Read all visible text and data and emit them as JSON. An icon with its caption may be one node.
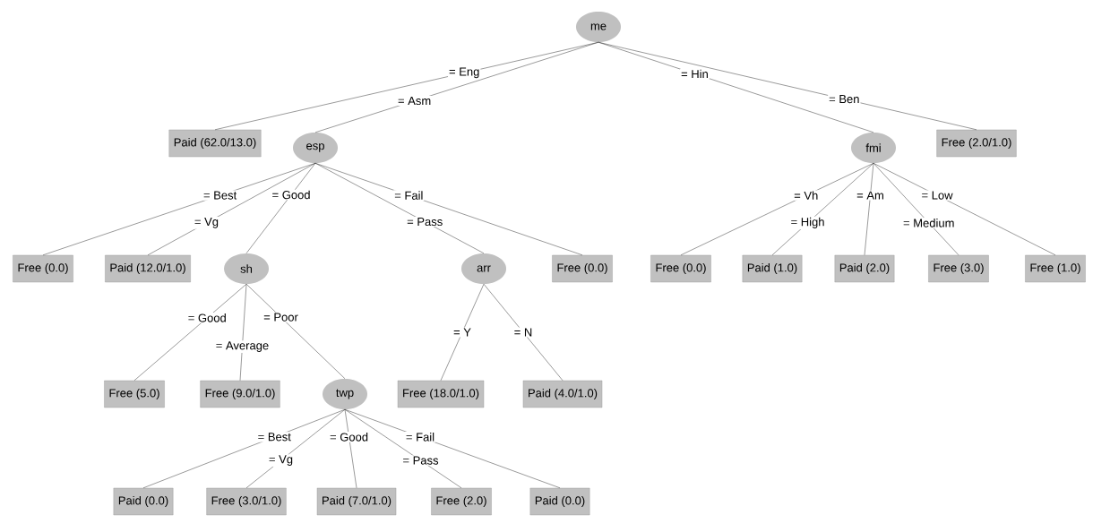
{
  "diagram": {
    "nodes": [
      {
        "text": [
          "me"
        ]
      },
      {
        "text": [
          "Paid (62.0/13.0)"
        ]
      },
      {
        "text": [
          "esp"
        ]
      },
      {
        "text": [
          "fmi"
        ]
      },
      {
        "text": [
          "Free (2.0/1.0)"
        ]
      },
      {
        "text": [
          "Free (0.0)"
        ]
      },
      {
        "text": [
          "Paid (12.0/1.0)"
        ]
      },
      {
        "text": [
          "sh"
        ]
      },
      {
        "text": [
          "arr"
        ]
      },
      {
        "text": [
          "Free (0.0)"
        ]
      },
      {
        "text": [
          "Free (0.0)"
        ]
      },
      {
        "text": [
          "Paid (1.0)"
        ]
      },
      {
        "text": [
          "Paid (2.0)"
        ]
      },
      {
        "text": [
          "Free (3.0)"
        ]
      },
      {
        "text": [
          "Free (1.0)"
        ]
      },
      {
        "text": [
          "Free (5.0)"
        ]
      },
      {
        "text": [
          "Free (9.0/1.0)"
        ]
      },
      {
        "text": [
          "twp"
        ]
      },
      {
        "text": [
          "Free (18.0/1.0)"
        ]
      },
      {
        "text": [
          "Paid (4.0/1.0)"
        ]
      },
      {
        "text": [
          "Paid (0.0)"
        ]
      },
      {
        "text": [
          "Free (3.0/1.0)"
        ]
      },
      {
        "text": [
          "Paid (7.0/1.0)"
        ]
      },
      {
        "text": [
          "Free (2.0)"
        ]
      },
      {
        "text": [
          "Paid (0.0)"
        ]
      }
    ],
    "edges": [
      {
        "from": 0,
        "to": 1,
        "arrow": "none",
        "label": "= Eng"
      },
      {
        "from": 0,
        "to": 2,
        "arrow": "none",
        "label": "= Asm"
      },
      {
        "from": 0,
        "to": 3,
        "arrow": "none",
        "label": "= Hin"
      },
      {
        "from": 0,
        "to": 4,
        "arrow": "none",
        "label": "= Ben"
      },
      {
        "from": 2,
        "to": 5,
        "arrow": "none",
        "label": "= Best"
      },
      {
        "from": 2,
        "to": 6,
        "arrow": "none",
        "label": "= Vg"
      },
      {
        "from": 2,
        "to": 7,
        "arrow": "none",
        "label": "= Good"
      },
      {
        "from": 2,
        "to": 8,
        "arrow": "none",
        "label": "= Pass"
      },
      {
        "from": 2,
        "to": 9,
        "arrow": "none",
        "label": "= Fail"
      },
      {
        "from": 3,
        "to": 10,
        "arrow": "none",
        "label": "= Vh"
      },
      {
        "from": 3,
        "to": 11,
        "arrow": "none",
        "label": "= High"
      },
      {
        "from": 3,
        "to": 12,
        "arrow": "none",
        "label": "= Am"
      },
      {
        "from": 3,
        "to": 13,
        "arrow": "none",
        "label": "= Medium"
      },
      {
        "from": 3,
        "to": 14,
        "arrow": "none",
        "label": "= Low"
      },
      {
        "from": 7,
        "to": 15,
        "arrow": "none",
        "label": "= Good"
      },
      {
        "from": 7,
        "to": 16,
        "arrow": "none",
        "label": "= Average"
      },
      {
        "from": 7,
        "to": 17,
        "arrow": "none",
        "label": "= Poor"
      },
      {
        "from": 8,
        "to": 18,
        "arrow": "none",
        "label": "= Y"
      },
      {
        "from": 8,
        "to": 19,
        "arrow": "none",
        "label": "= N"
      },
      {
        "from": 17,
        "to": 20,
        "arrow": "none",
        "label": "= Best"
      },
      {
        "from": 17,
        "to": 21,
        "arrow": "none",
        "label": "= Vg"
      },
      {
        "from": 17,
        "to": 22,
        "arrow": "none",
        "label": "= Good"
      },
      {
        "from": 17,
        "to": 23,
        "arrow": "none",
        "label": "= Pass"
      },
      {
        "from": 17,
        "to": 24,
        "arrow": "none",
        "label": "= Fail"
      }
    ]
  }
}
